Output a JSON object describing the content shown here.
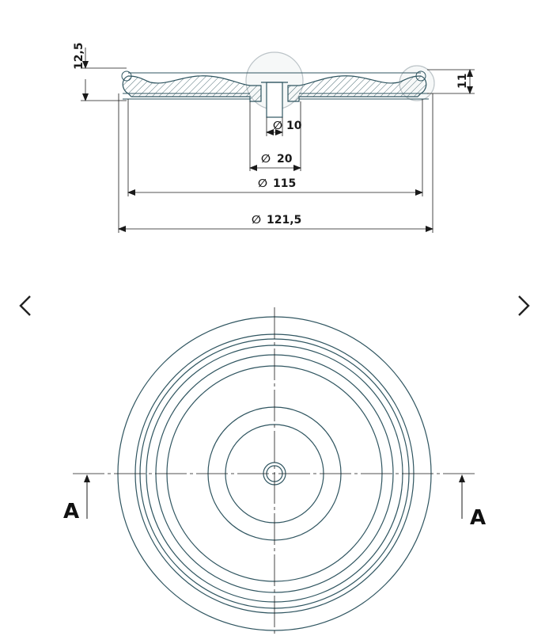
{
  "colors": {
    "outline": "#2f5560",
    "dimension": "#1a1a1a",
    "hatch": "#4a6a72",
    "highlight": "#bcc4c8"
  },
  "dimensions": {
    "height_total": "12,5",
    "height_rim": "11",
    "bore_diameter": "10",
    "boss_diameter": "20",
    "rim_diameter": "115",
    "outer_diameter": "121,5",
    "diameter_symbol": "∅"
  },
  "section_marks": {
    "left": "A",
    "right": "A"
  },
  "navigation": {
    "prev_icon": "chevron-left-icon",
    "next_icon": "chevron-right-icon"
  }
}
